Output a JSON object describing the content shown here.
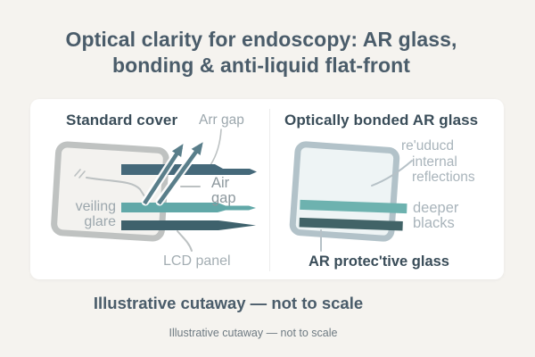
{
  "title": {
    "line1": "Optical clarity for endoscopy: AR glass,",
    "line2": "bonding & anti-liquid flat-front"
  },
  "card": {
    "left_panel": {
      "heading": "Standard cover",
      "arr_gap_label": "Arr gap",
      "air_gap_label_line1": "Air",
      "air_gap_label_line2": "gap",
      "veiling_glare_label_line1": "veiling",
      "veiling_glare_label_line2": "glare",
      "lcd_panel_label": "LCD panel"
    },
    "right_panel": {
      "heading": "Optically bonded AR glass",
      "reflections_label_line1": "re'uducd",
      "reflections_label_line2": "internal",
      "reflections_label_line3": "reflections",
      "deeper_blacks_label_line1": "deeper",
      "deeper_blacks_label_line2": "blacks",
      "ar_glass_label": "AR protec'tive glass"
    }
  },
  "footer": {
    "caption_primary": "Illustrative cutaway — not to scale",
    "caption_secondary": "Illustrative cutaway — not to scale"
  },
  "colors": {
    "background": "#f5f3ef",
    "card_background": "#ffffff",
    "title": "#4a5c6a",
    "panel_heading": "#3a4d59",
    "gray_label": "#9ca7ad",
    "dark_gray_label": "#8d989e",
    "light_gray_label": "#a4aeb3",
    "right_gray_label": "#a9b4bb",
    "secondary_caption": "#6e7a82",
    "dark_band": "#45697a",
    "teal_band": "#61a8a8",
    "lcd_band": "#3e616c",
    "teal_band_right": "#6db2af",
    "dark_band_right": "#416367",
    "arrow": "#597e8a",
    "monitor_frame_left": "#bfc2c1",
    "monitor_screen_left": "#f3f2ef",
    "monitor_frame_right": "#b2c2c9",
    "monitor_screen_right": "#eef4f5",
    "leader_line": "#bcc1c2",
    "leader_line_right": "#b6c1c7"
  }
}
